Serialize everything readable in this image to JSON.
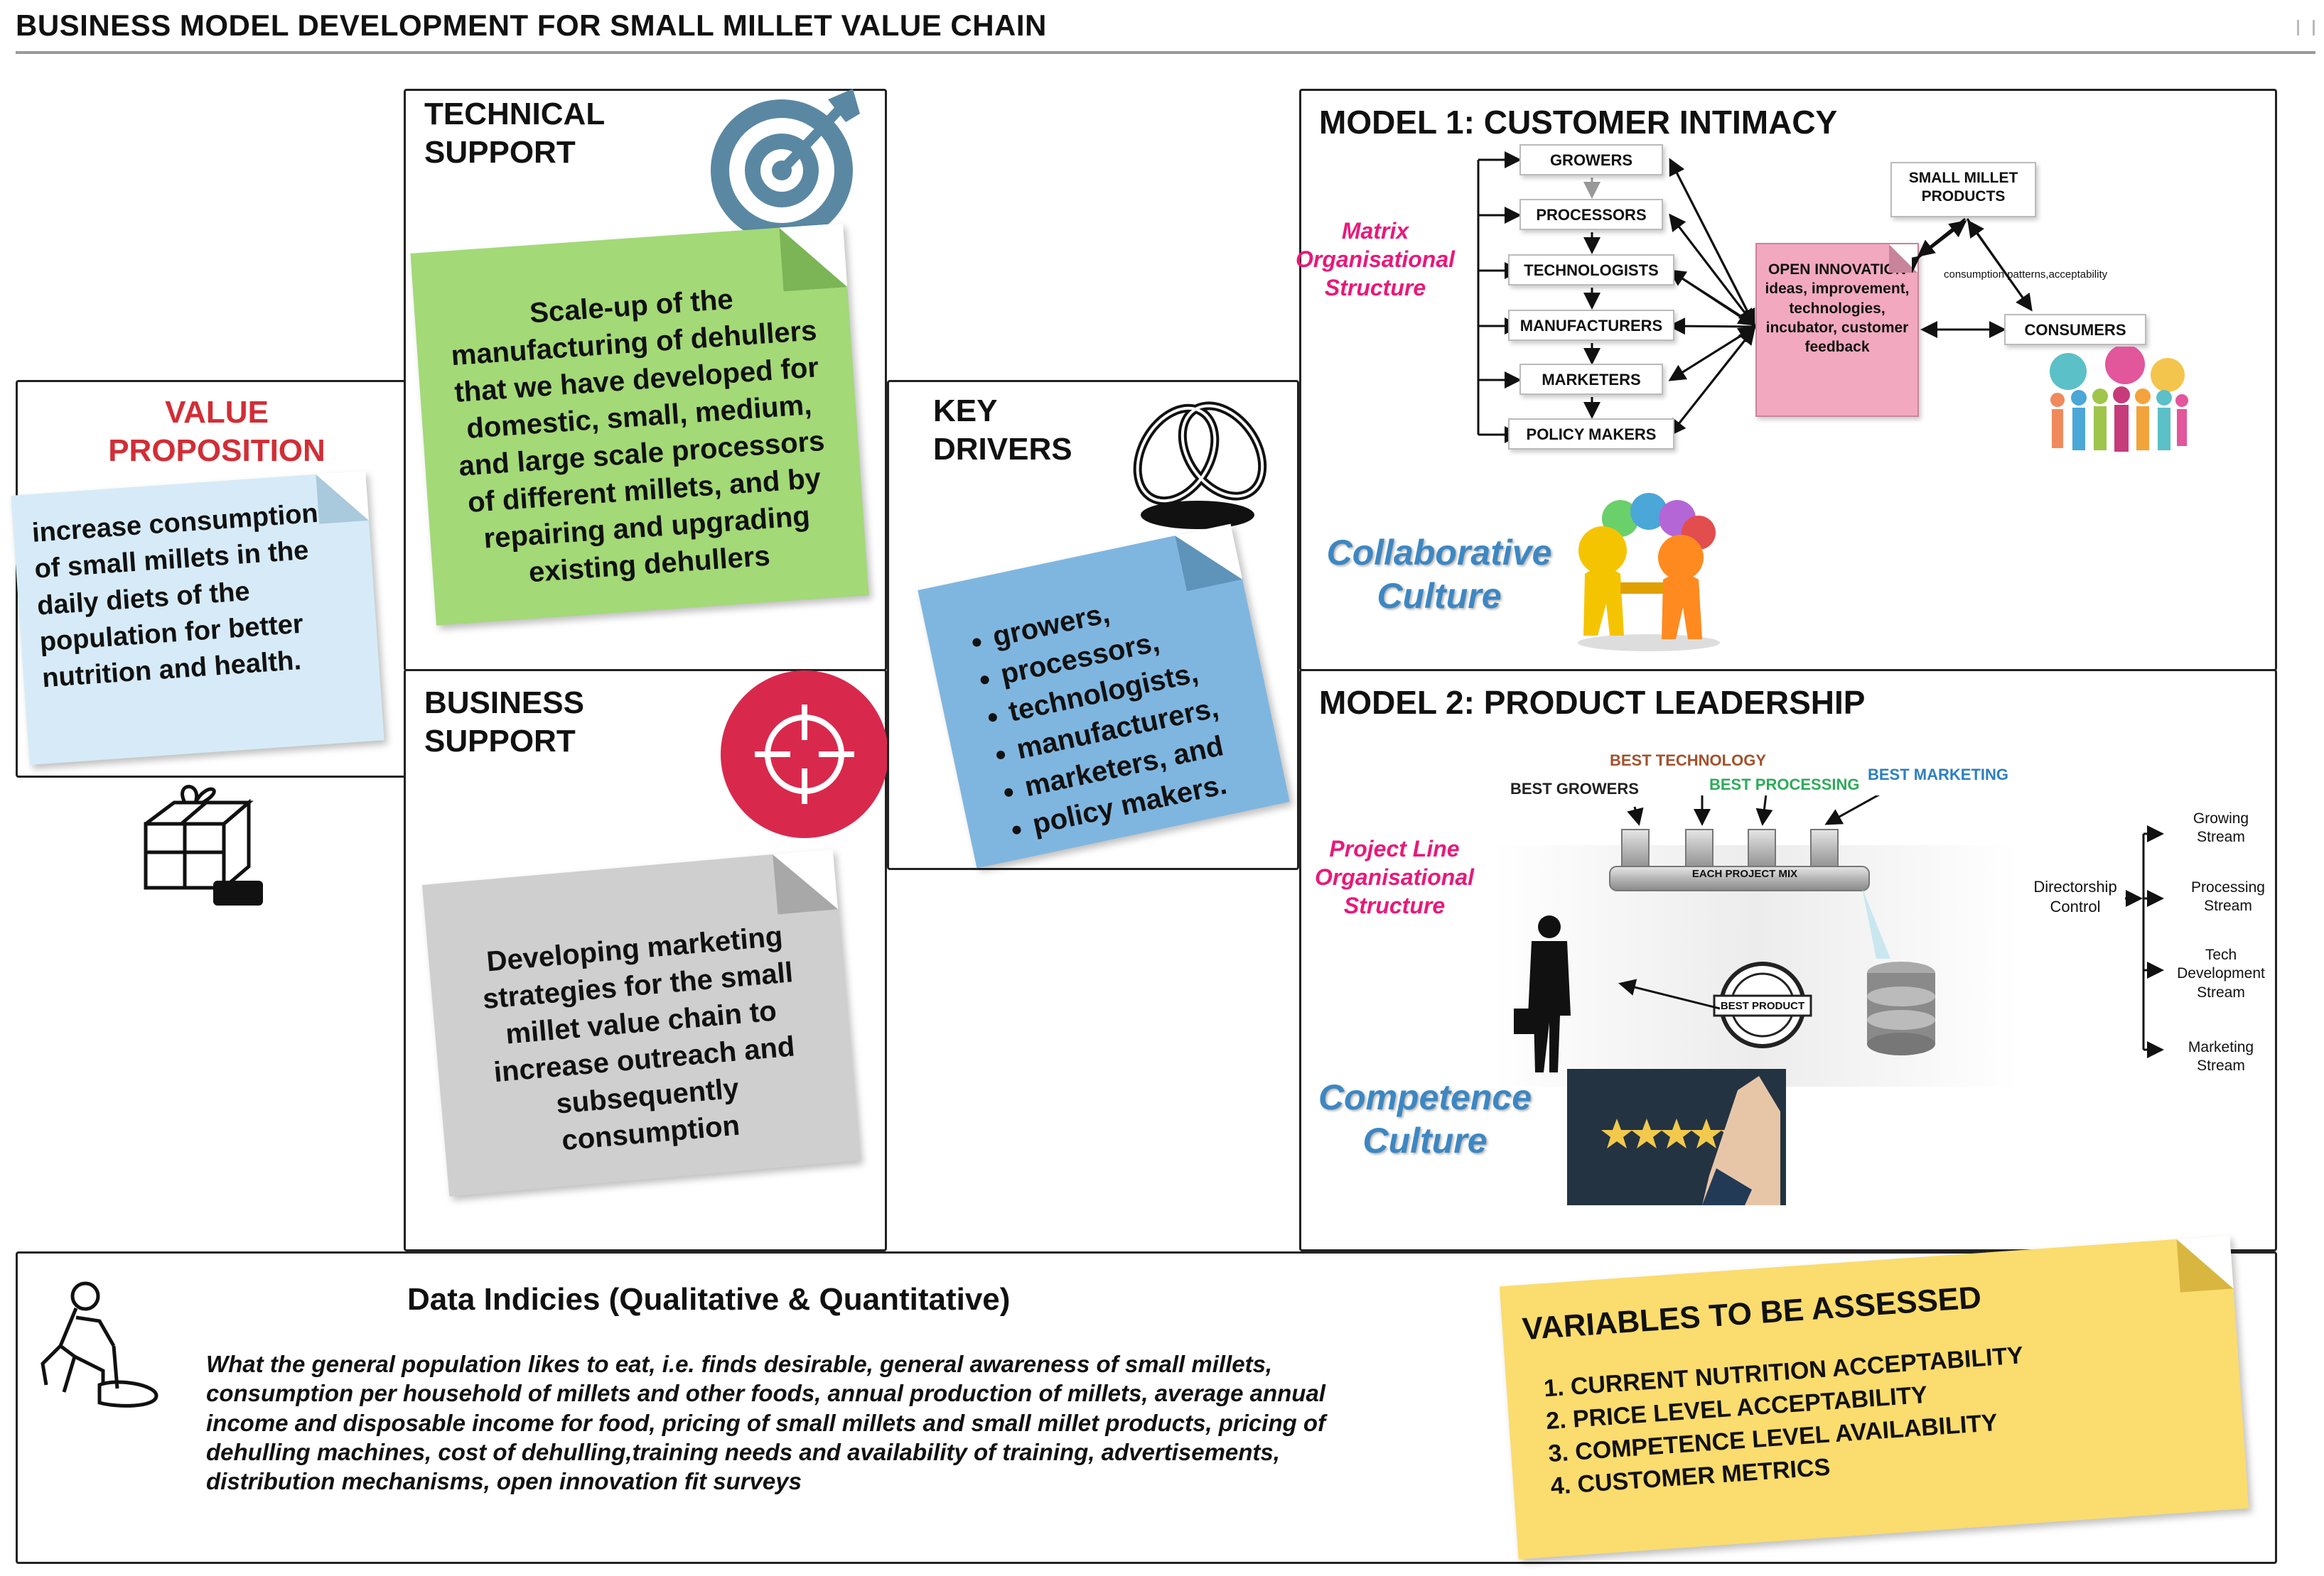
{
  "title": "BUSINESS MODEL DEVELOPMENT FOR SMALL MILLET VALUE CHAIN",
  "value_proposition": {
    "heading": "VALUE PROPOSITION",
    "note": "increase consumption of small millets in the daily diets of the population for better nutrition and health."
  },
  "technical_support": {
    "heading": "TECHNICAL SUPPORT",
    "note": "Scale-up of the manufacturing of dehullers that we have developed for domestic, small, medium, and large scale processors of different millets, and by repairing and upgrading existing dehullers"
  },
  "business_support": {
    "heading": "BUSINESS SUPPORT",
    "note": "Developing marketing strategies for the small millet value chain to increase outreach and subsequently consumption"
  },
  "key_drivers": {
    "heading": "KEY DRIVERS",
    "items": [
      "growers,",
      "processors,",
      "technologists,",
      "manufacturers,",
      "marketers, and",
      "policy makers."
    ]
  },
  "model1": {
    "heading": "MODEL 1: CUSTOMER INTIMACY",
    "structure": "Matrix Organisational Structure",
    "actors": [
      "GROWERS",
      "PROCESSORS",
      "TECHNOLOGISTS",
      "MANUFACTURERS",
      "MARKETERS",
      "POLICY MAKERS"
    ],
    "open_innovation": "OPEN INNOVATION ideas, improvement, technologies, incubator, customer feedback",
    "products": "SMALL MILLET PRODUCTS",
    "consumers": "CONSUMERS",
    "edge_label": "consumption patterns,acceptability",
    "culture": "Collaborative Culture"
  },
  "model2": {
    "heading": "MODEL 2: PRODUCT LEADERSHIP",
    "structure": "Project Line Organisational Structure",
    "bests": [
      "BEST GROWERS",
      "BEST TECHNOLOGY",
      "BEST PROCESSING",
      "BEST MARKETING"
    ],
    "mix": "EACH PROJECT MIX",
    "stamp": "BEST PRODUCT",
    "control": "Directorship Control",
    "streams": [
      "Growing Stream",
      "Processing Stream",
      "Tech Development Stream",
      "Marketing Stream"
    ],
    "culture": "Competence Culture"
  },
  "data_indicies": {
    "heading": "Data Indicies (Qualitative & Quantitative)",
    "body": "What the general population likes to eat, i.e. finds desirable, general awareness of small millets, consumption per household of millets and other foods, annual production of millets, average annual income and disposable income for food, pricing of small millets and small millet products, pricing of dehulling machines, cost of dehulling,training needs and availability of training, advertisements, distribution mechanisms, open innovation fit surveys"
  },
  "variables": {
    "heading": "VARIABLES TO BE ASSESSED",
    "items": [
      "CURRENT NUTRITION ACCEPTABILITY",
      "PRICE LEVEL ACCEPTABILITY",
      "COMPETENCE LEVEL AVAILABILITY",
      "CUSTOMER METRICS"
    ]
  },
  "colors": {
    "green_note": "#a3d977",
    "blue_note": "#d6ebf7",
    "keyblue_note": "#7fb6e0",
    "grey_note": "#cfcfcf",
    "yellow_note": "#fbdc6e",
    "pink_box": "#f2a9c0",
    "accent_red": "#d12e36",
    "magenta": "#e8197a",
    "culture_blue": "#3d87c2"
  },
  "icons": [
    "target-icon",
    "crosshair-icon",
    "chain-icon",
    "gift-icon",
    "people-icon",
    "teamwork-icon",
    "businessman-icon",
    "database-icon",
    "stars-rating-icon",
    "stamp-icon",
    "worker-icon"
  ]
}
